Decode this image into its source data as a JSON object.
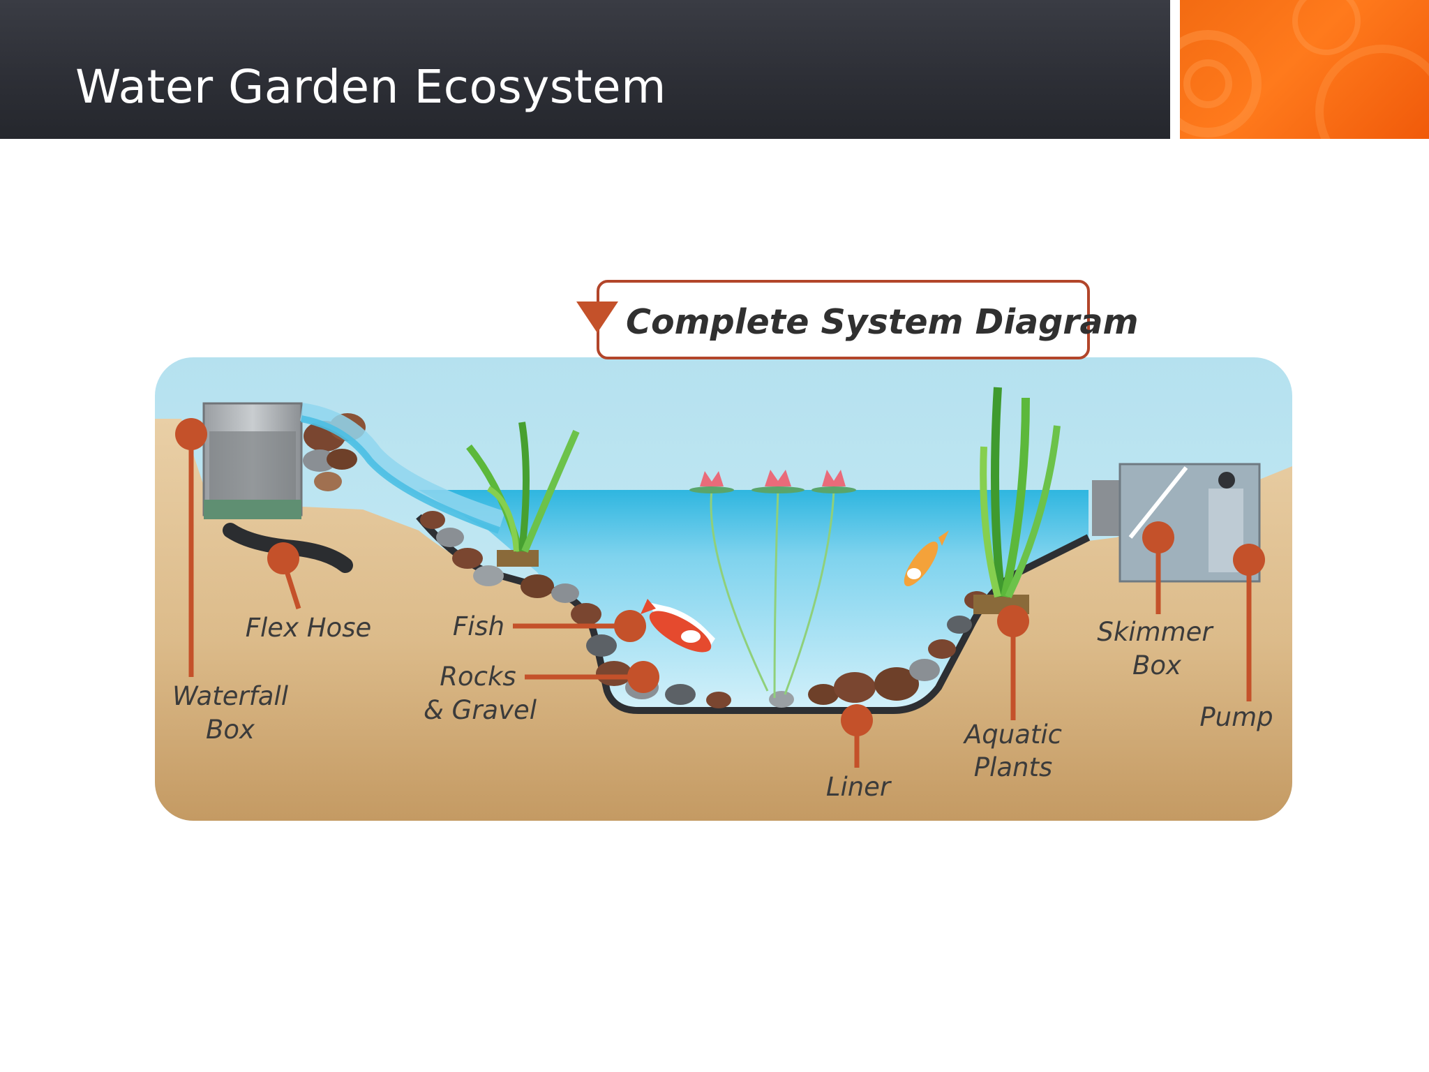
{
  "slide": {
    "title": "Water Garden Ecosystem"
  },
  "diagram": {
    "title": "Complete System Diagram",
    "labels": {
      "waterfall_box_line1": "Waterfall",
      "waterfall_box_line2": "Box",
      "flex_hose": "Flex Hose",
      "fish": "Fish",
      "rocks_line1": "Rocks",
      "rocks_line2": "& Gravel",
      "liner": "Liner",
      "aquatic_plants_line1": "Aquatic",
      "aquatic_plants_line2": "Plants",
      "skimmer_box_line1": "Skimmer",
      "skimmer_box_line2": "Box",
      "pump": "Pump"
    },
    "colors": {
      "callout": "#c4512a",
      "sky": "#bfe6f1",
      "water": "#35b9e2",
      "soil": "#e2c59b",
      "soil_dark": "#bf9561",
      "header_bg": "#2f3137",
      "accent": "#f36b12"
    }
  }
}
